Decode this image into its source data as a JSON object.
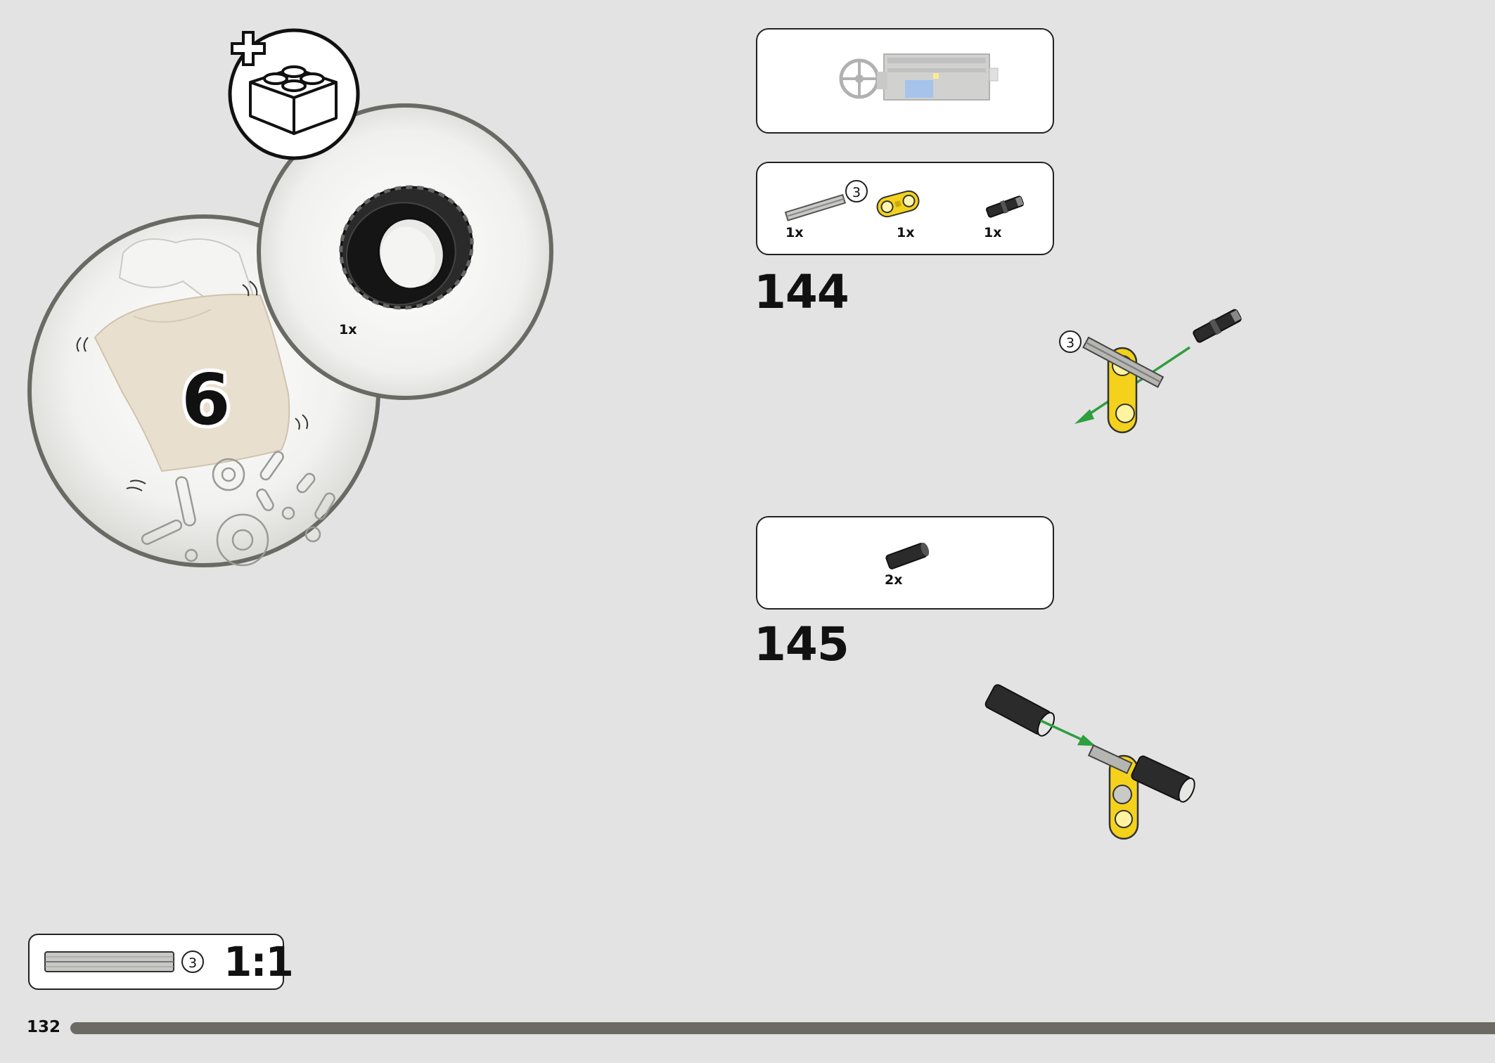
{
  "intro": {
    "bag_number": "6",
    "tire_qty": "1x"
  },
  "preview": {},
  "step144": {
    "number": "144",
    "parts": [
      {
        "name": "axle",
        "length": "3",
        "qty": "1x"
      },
      {
        "name": "yellow-connector",
        "qty": "1x"
      },
      {
        "name": "black-pin",
        "qty": "1x"
      }
    ],
    "callout_length": "3"
  },
  "step145": {
    "number": "145",
    "parts": [
      {
        "name": "black-axle-connector",
        "qty": "2x"
      }
    ]
  },
  "scale_box": {
    "axle_length": "3",
    "ratio": "1:1"
  },
  "footer": {
    "page_number": "132"
  },
  "colors": {
    "background": "#e3e3e3",
    "progress_bar": "#6b6b64",
    "yellow_part": "#f4d21c",
    "arrow": "#2e9e3e"
  }
}
